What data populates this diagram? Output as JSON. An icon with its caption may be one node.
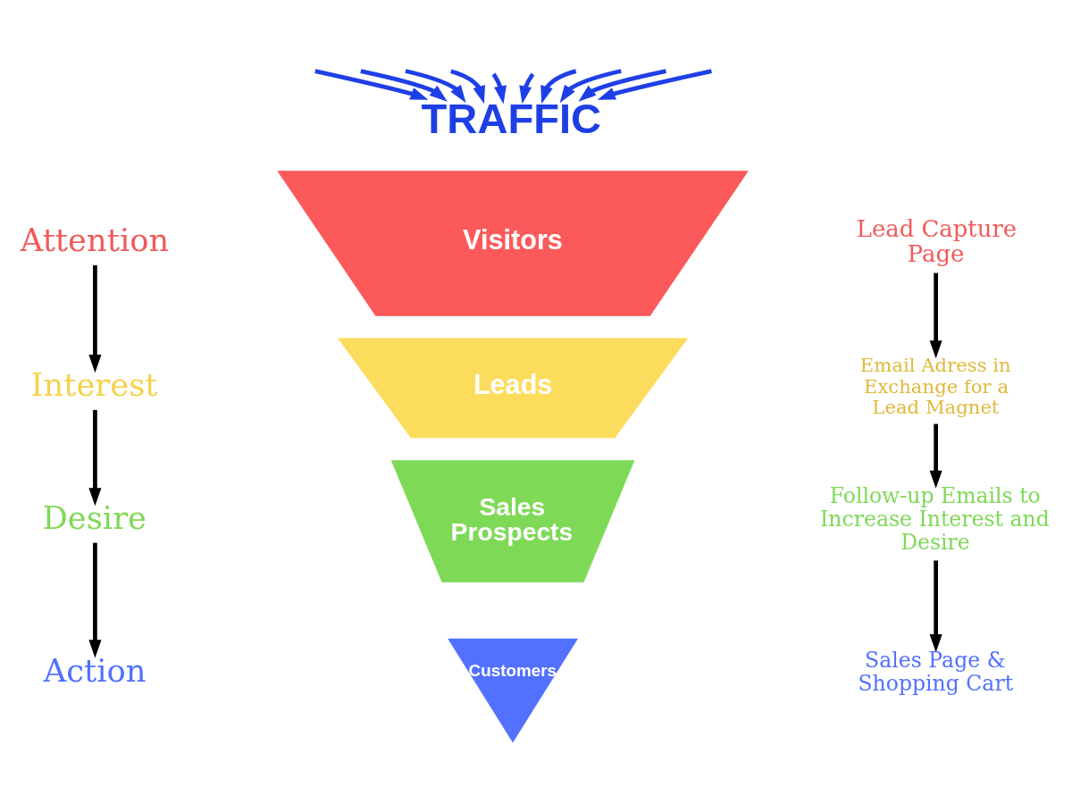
{
  "diagram": {
    "nodes": [
      {
        "text": [
          "TRAFFIC"
        ]
      },
      {
        "text": [
          "Visitors"
        ]
      },
      {
        "text": [
          "Leads"
        ]
      },
      {
        "text": [
          "Sales Prospects"
        ]
      },
      {
        "text": [
          "Customers"
        ]
      },
      {
        "text": [
          "Attention"
        ]
      },
      {
        "text": [
          "Interest"
        ]
      },
      {
        "text": [
          "Desire"
        ]
      },
      {
        "text": [
          "Action"
        ]
      },
      {
        "text": [
          "Lead Capture Page"
        ]
      },
      {
        "text": [
          "Email Adress in Exchange for a Lead Magnet"
        ]
      },
      {
        "text": [
          "Follow-up Emails to Increase Interest and Desire"
        ]
      },
      {
        "text": [
          "Sales Page & Shopping Cart"
        ]
      }
    ],
    "edges": [
      {
        "from": null,
        "to": 0,
        "arrow": "to"
      },
      {
        "from": null,
        "to": 0,
        "arrow": "to"
      },
      {
        "from": null,
        "to": 0,
        "arrow": "to"
      },
      {
        "from": null,
        "to": 0,
        "arrow": "to"
      },
      {
        "from": null,
        "to": 0,
        "arrow": "to"
      },
      {
        "from": null,
        "to": 0,
        "arrow": "to"
      },
      {
        "from": null,
        "to": 0,
        "arrow": "to"
      },
      {
        "from": null,
        "to": 0,
        "arrow": "to"
      },
      {
        "from": null,
        "to": 0,
        "arrow": "to"
      },
      {
        "from": null,
        "to": 0,
        "arrow": "to"
      },
      {
        "from": 5,
        "to": 6,
        "arrow": "to",
        "color": "#000000"
      },
      {
        "from": 6,
        "to": 7,
        "arrow": "to",
        "color": "#000000"
      },
      {
        "from": 7,
        "to": 8,
        "arrow": "to",
        "color": "#000000"
      },
      {
        "from": 9,
        "to": 10,
        "arrow": "to",
        "color": "#000000"
      },
      {
        "from": 10,
        "to": 11,
        "arrow": "to",
        "color": "#000000"
      },
      {
        "from": 11,
        "to": 12,
        "arrow": "to",
        "color": "#000000"
      }
    ]
  }
}
